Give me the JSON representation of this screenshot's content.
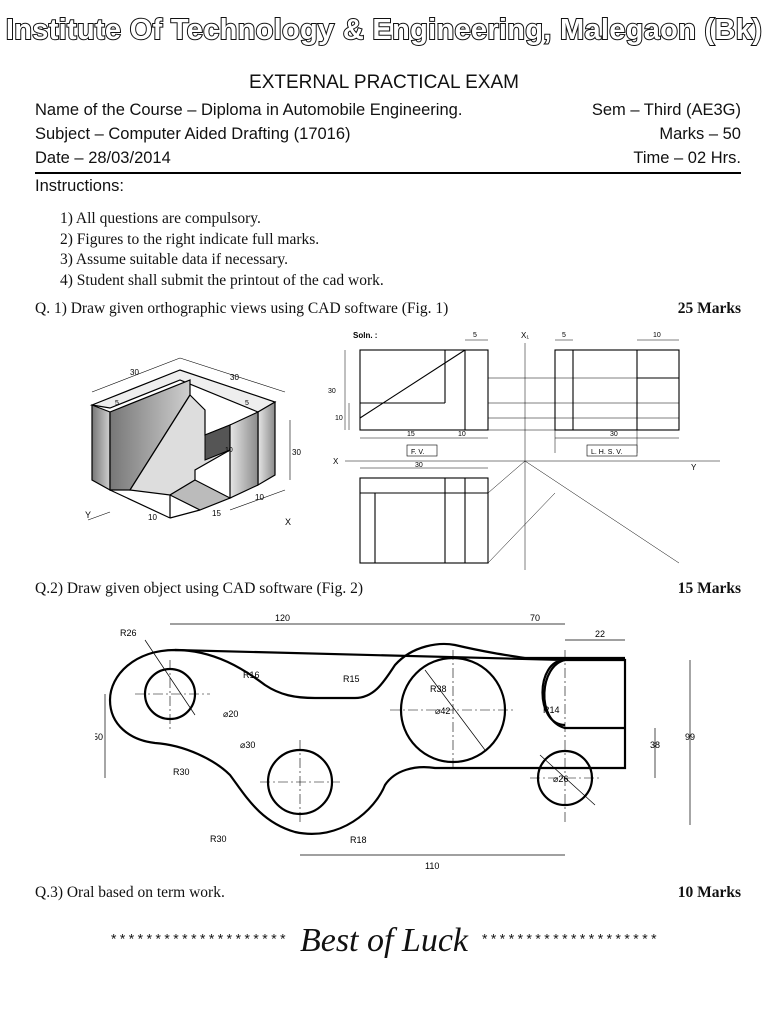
{
  "header": {
    "institute": "Institute Of Technology & Engineering, Malegaon (Bk)",
    "exam_title": "EXTERNAL PRACTICAL EXAM",
    "course": "Name of the Course – Diploma in Automobile Engineering.",
    "sem": "Sem – Third (AE3G)",
    "subject": "Subject – Computer Aided Drafting (17016)",
    "marks": "Marks – 50",
    "date": "Date – 28/03/2014",
    "time": "Time – 02 Hrs."
  },
  "instructions": {
    "heading": "Instructions:",
    "items": [
      "1)  All questions are compulsory.",
      "2)  Figures to the right indicate full marks.",
      "3)  Assume suitable data if necessary.",
      "4)  Student shall submit the printout of the cad work."
    ]
  },
  "questions": [
    {
      "text": "Q. 1) Draw given orthographic views using CAD software (Fig. 1)",
      "marks": "25 Marks"
    },
    {
      "text": "Q.2) Draw given object using CAD software (Fig. 2)",
      "marks": "15 Marks"
    },
    {
      "text": "Q.3) Oral based on term work.",
      "marks": "10 Marks"
    }
  ],
  "fig1": {
    "iso_labels": [
      "30",
      "30",
      "5",
      "5",
      "10",
      "30",
      "15",
      "10",
      "10",
      "Y",
      "X"
    ],
    "ortho_labels": {
      "soln": "Soln. :",
      "dims": [
        "5",
        "5",
        "10",
        "30",
        "10",
        "15",
        "10",
        "30",
        "30"
      ],
      "fv": "F. V.",
      "lhsv": "L. H. S. V.",
      "x": "X",
      "y": "Y",
      "x1": "X₁"
    }
  },
  "fig2": {
    "labels": [
      "120",
      "70",
      "22",
      "R26",
      "R16",
      "R15",
      "R38",
      "⌀20",
      "R14",
      "⌀42",
      "50",
      "⌀30",
      "R30",
      "38",
      "99",
      "⌀26",
      "R30",
      "R18",
      "110"
    ]
  },
  "footer": {
    "stars_left": "********************",
    "message": "Best of Luck",
    "stars_right": "********************"
  }
}
